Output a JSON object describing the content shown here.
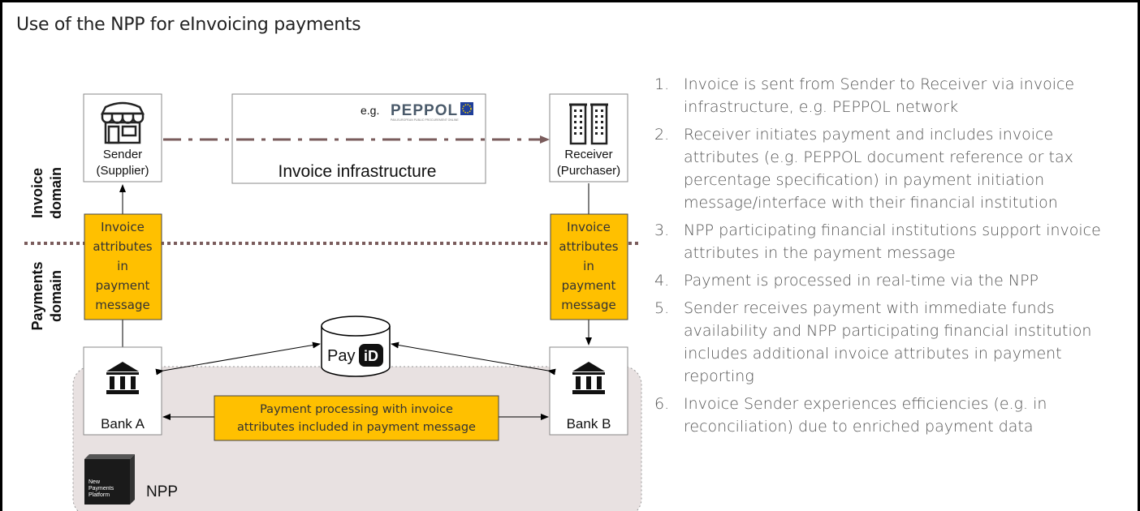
{
  "title": "Use of the NPP for eInvoicing payments",
  "diagram": {
    "sender_label": "Sender",
    "sender_sub": "(Supplier)",
    "receiver_label": "Receiver",
    "receiver_sub": "(Purchaser)",
    "infra_label": "Invoice infrastructure",
    "peppol_eg": "e.g.",
    "peppol_logo": "PEPPOL",
    "peppol_tagline": "PAN-EUROPEAN PUBLIC PROCUREMENT ONLINE",
    "invoice_domain": [
      "Invoice",
      "domain"
    ],
    "payments_domain": [
      "Payments",
      "domain"
    ],
    "attr_box_lines": [
      "Invoice",
      "attributes",
      "in",
      "payment",
      "message"
    ],
    "bank_a": "Bank A",
    "bank_b": "Bank B",
    "payid_text": "Pay",
    "payid_logo": "iD",
    "processing_lines": [
      "Payment processing with invoice",
      "attributes included in payment message"
    ],
    "npp_label": "NPP",
    "npp_logo_lines": [
      "New",
      "Payments",
      "Platform"
    ]
  },
  "steps": [
    {
      "num": "1.",
      "text": "Invoice is sent from Sender to Receiver via invoice infrastructure, e.g. PEPPOL network"
    },
    {
      "num": "2.",
      "text": "Receiver initiates payment and includes invoice attributes (e.g. PEPPOL document reference or tax percentage specification) in payment initiation message/interface with their financial institution"
    },
    {
      "num": "3.",
      "text": "NPP participating financial institutions support invoice attributes in the payment message"
    },
    {
      "num": "4.",
      "text": "Payment is processed in real-time via the NPP"
    },
    {
      "num": "5.",
      "text": "Sender receives payment with immediate funds availability and NPP participating financial institution includes additional invoice attributes in payment reporting"
    },
    {
      "num": "6.",
      "text": "Invoice Sender experiences efficiencies (e.g. in reconciliation) due to enriched payment data"
    }
  ],
  "colors": {
    "orange": "#FFC000",
    "npp_region": "#E8E1E1",
    "dash_brown": "#7A5C5C"
  }
}
